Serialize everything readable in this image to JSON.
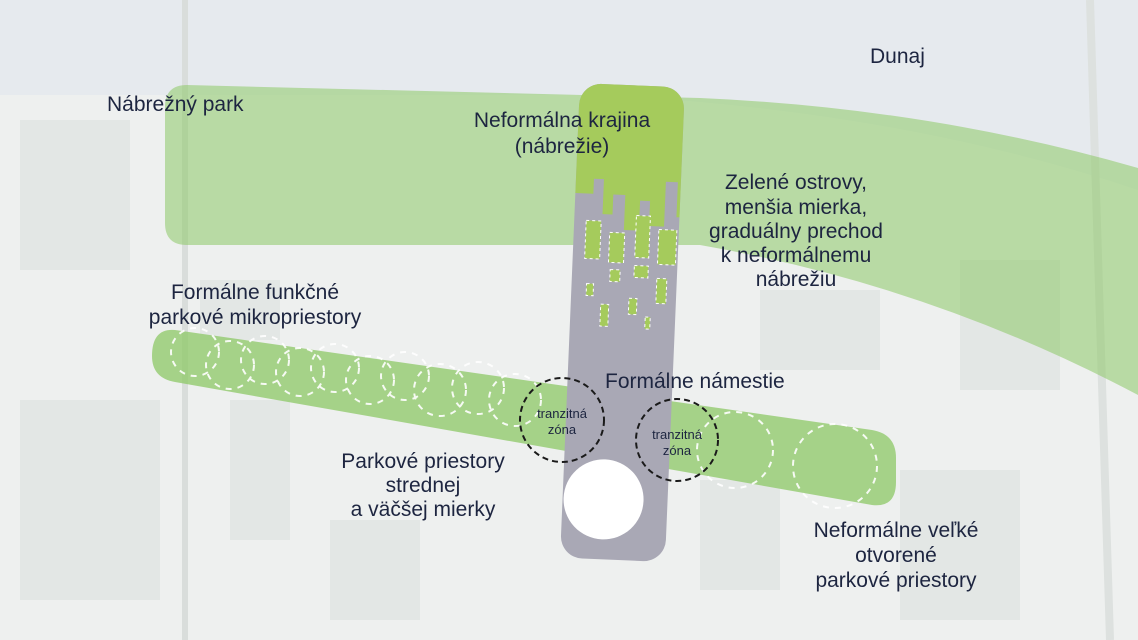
{
  "labels": {
    "river": "Dunaj",
    "embankment_park": "Nábrežný park",
    "informal_landscape": [
      "Neformálna krajina",
      "(nábrežie)"
    ],
    "green_islands": [
      "Zelené ostrovy,",
      "menšia mierka,",
      "graduálny prechod",
      "k neformálnemu",
      "nábrežiu"
    ],
    "formal_micro": [
      "Formálne funkčné",
      "parkové mikropriestory"
    ],
    "formal_square": "Formálne námestie",
    "park_medium": [
      "Parkové priestory",
      "strednej",
      "a väčšej mierky"
    ],
    "informal_large": [
      "Neformálne veľké",
      "otvorené",
      "parkové priestory"
    ],
    "transit_left": [
      "tranzitná",
      "zóna"
    ],
    "transit_right": [
      "tranzitná",
      "zóna"
    ]
  },
  "colors": {
    "green_band": "#8cc866",
    "green_top": "#a5cb5c",
    "pillar": "#a9a8b5",
    "text": "#1d2540"
  }
}
